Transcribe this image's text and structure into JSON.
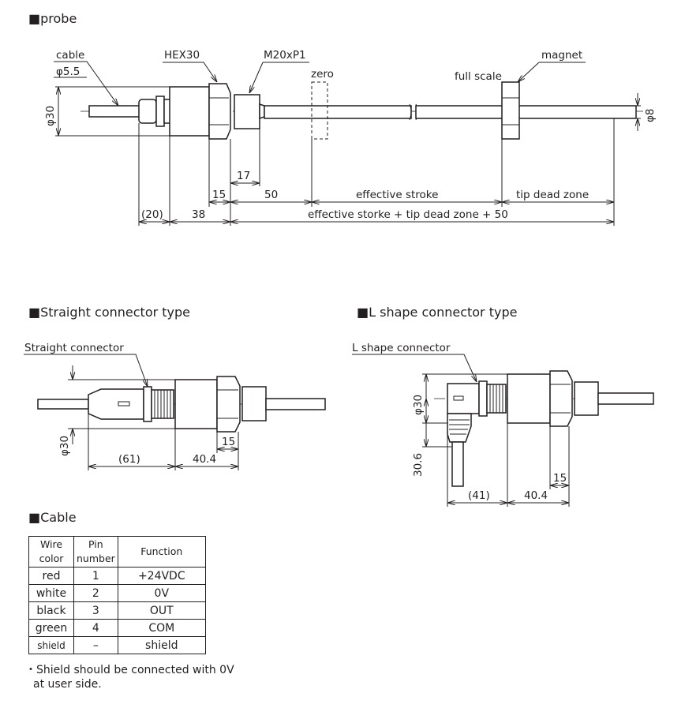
{
  "sections": {
    "probe": "■probe",
    "straight": "■Straight connector type",
    "lshape": "■L shape connector type",
    "cable": "■Cable"
  },
  "probe": {
    "cable": "cable",
    "cable_dia": "φ5.5",
    "hex": "HEX30",
    "thread": "M20xP1",
    "zero": "zero",
    "full_scale": "full scale",
    "magnet": "magnet",
    "dia30": "φ30",
    "dia8": "φ8",
    "dims": {
      "d17": "17",
      "d15": "15",
      "d50": "50",
      "effective_stroke": "effective stroke",
      "tip_dead_zone": "tip dead zone",
      "d20": "(20)",
      "d38": "38",
      "total": "effective storke + tip dead zone + 50"
    }
  },
  "straight": {
    "label": "Straight connector",
    "dia30": "φ30",
    "d61": "(61)",
    "d404": "40.4",
    "d15": "15"
  },
  "lshape": {
    "label": "L shape connector",
    "dia30": "φ30",
    "d306": "30.6",
    "d41": "(41)",
    "d404": "40.4",
    "d15": "15"
  },
  "cable_table": {
    "headers": {
      "wire": "Wire color",
      "pin": "Pin number",
      "function": "Function"
    },
    "rows": [
      {
        "wire": "red",
        "pin": "1",
        "function": "+24VDC"
      },
      {
        "wire": "white",
        "pin": "2",
        "function": "0V"
      },
      {
        "wire": "black",
        "pin": "3",
        "function": "OUT"
      },
      {
        "wire": "green",
        "pin": "4",
        "function": "COM"
      },
      {
        "wire": "shield",
        "pin": "–",
        "function": "shield"
      }
    ],
    "note_line1": "・Shield should be connected with 0V",
    "note_line2": "at user side."
  }
}
